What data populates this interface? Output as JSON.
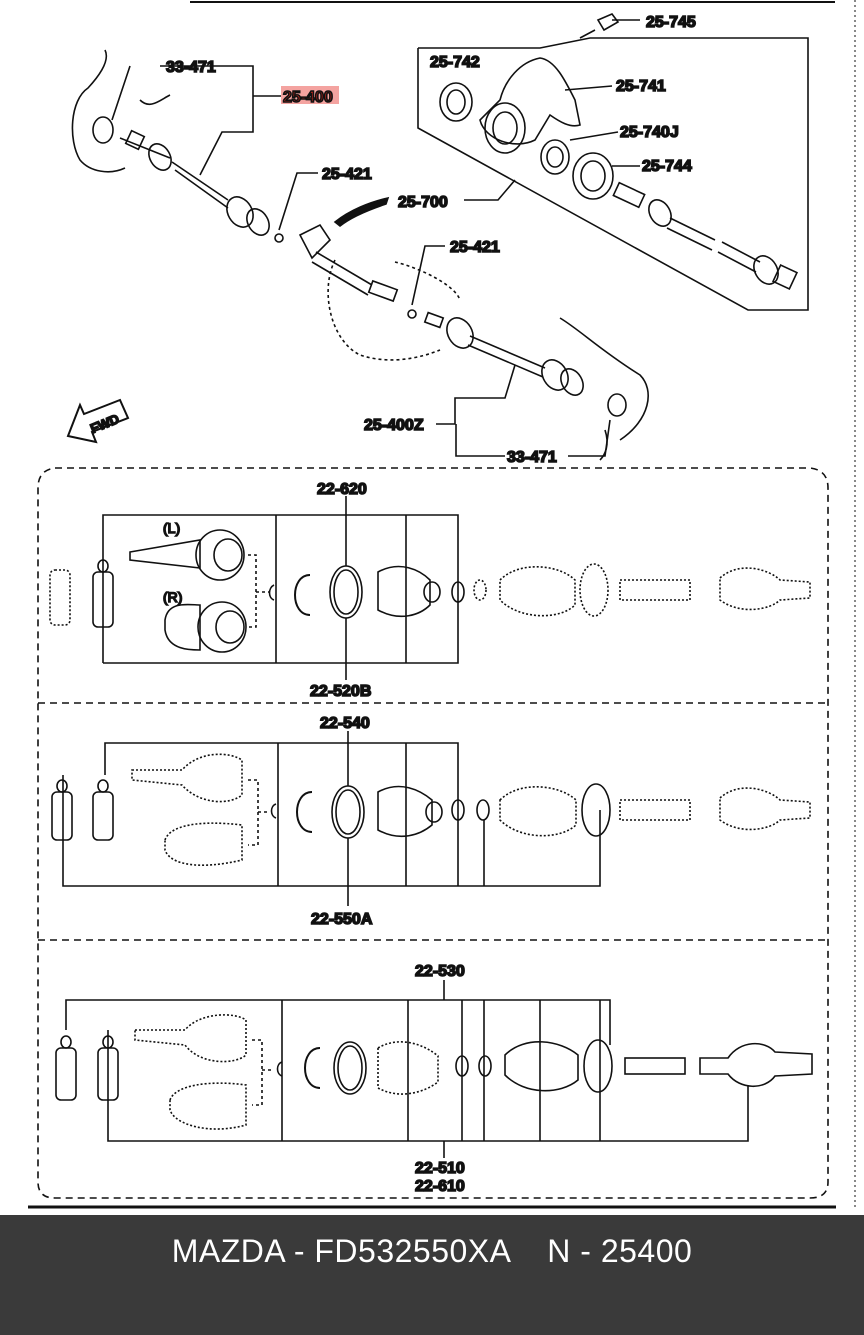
{
  "diagram": {
    "top_labels": {
      "hub_seal_left": "33-471",
      "shaft_left": "25-400",
      "clip_left": "25-421",
      "assembly_right": "25-700",
      "bolt": "25-745",
      "cap_seal": "25-742",
      "bracket": "25-741",
      "bearing": "25-740J",
      "dust_seal": "25-744",
      "clip_right": "25-421",
      "shaft_right": "25-400Z",
      "hub_seal_right": "33-471"
    },
    "fwd_label": "FWD",
    "panel1": {
      "top": "22-620",
      "bottom": "22-520B",
      "left_side": "(L)",
      "right_side": "(R)"
    },
    "panel2": {
      "top": "22-540",
      "bottom": "22-550A"
    },
    "panel3": {
      "top": "22-530",
      "bottom_a": "22-510",
      "bottom_b": "22-610"
    }
  },
  "footer": {
    "text": "MAZDA - FD532550XA    N - 25400"
  },
  "colors": {
    "highlight": "#d9261c",
    "footer_bg": "#3a3a3a"
  }
}
